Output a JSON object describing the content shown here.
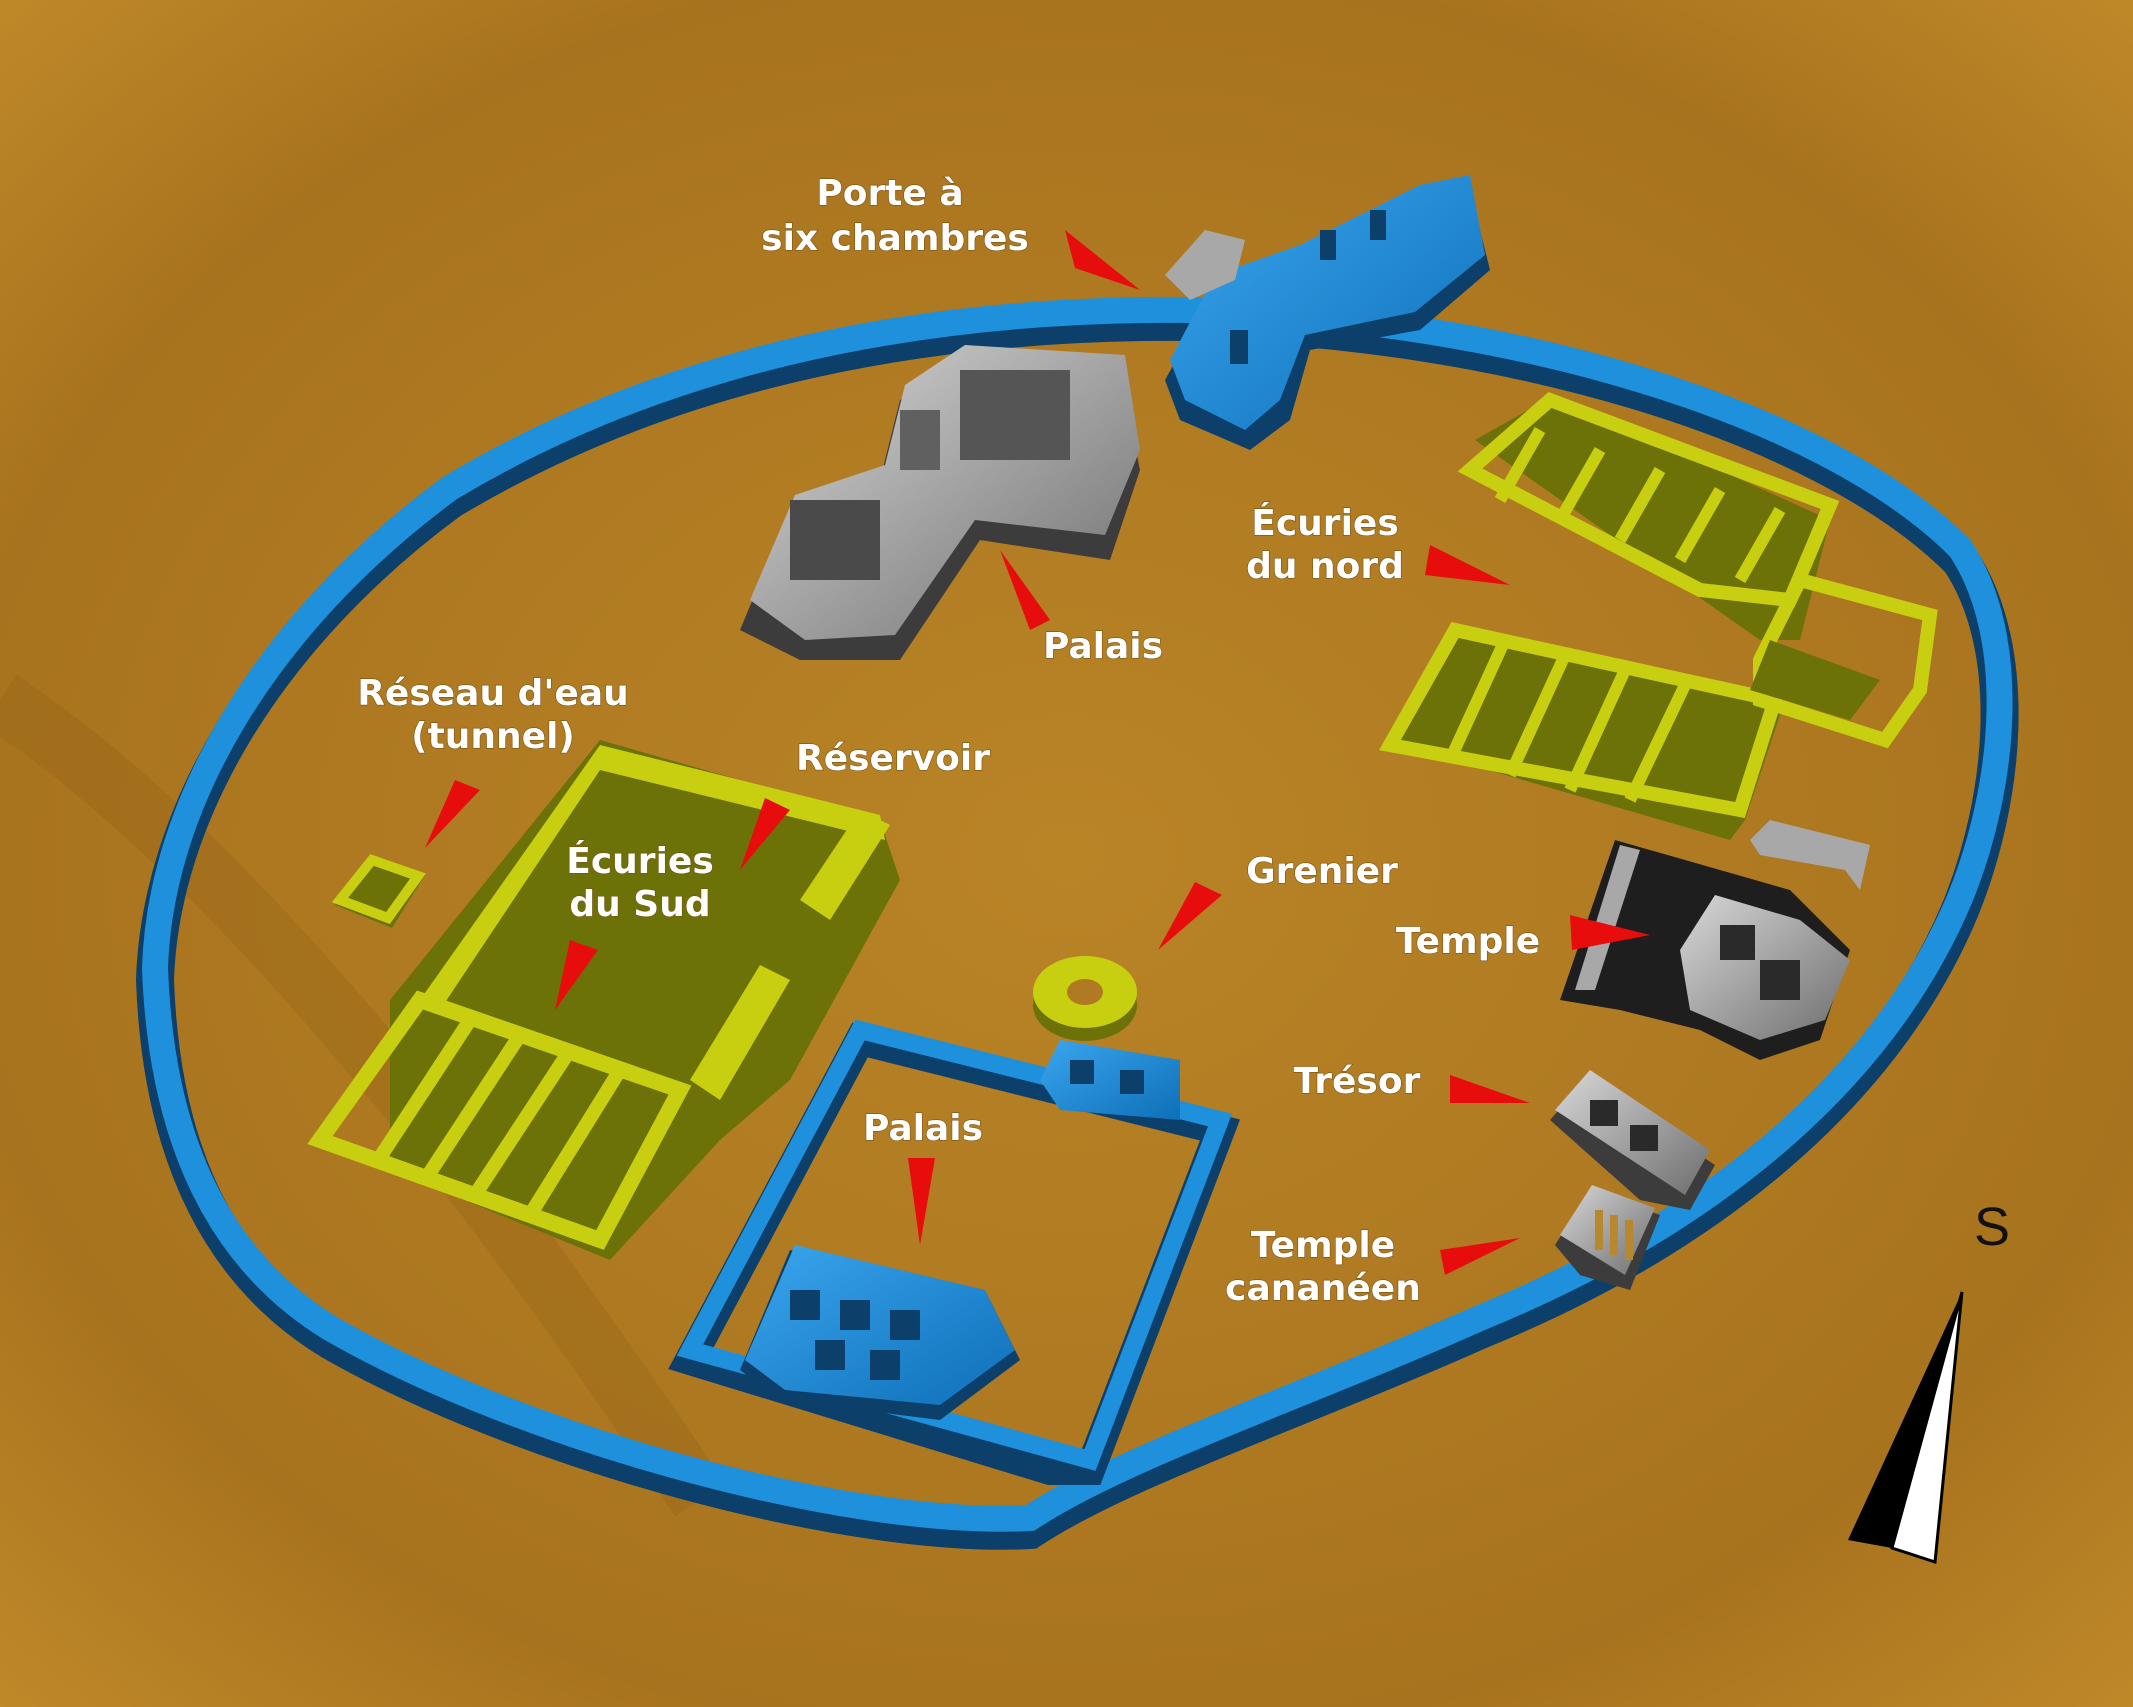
{
  "colors": {
    "ground": "#b07a22",
    "wall": "#1e90dc",
    "wall_dark": "#0c3f6a",
    "stables": "#c8cf10",
    "stables_dark": "#6d7208",
    "stone": "#a8a8a8",
    "stone_dark": "#3c3c3c",
    "pointer": "#e80d0d",
    "label_text": "#ffffff"
  },
  "labels": {
    "gate": [
      "Porte à",
      "six chambres"
    ],
    "palace_north": [
      "Palais"
    ],
    "north_stables": [
      "Écuries",
      "du nord"
    ],
    "water_system": [
      "Réseau d'eau",
      "(tunnel)"
    ],
    "reservoir": [
      "Réservoir"
    ],
    "south_stables": [
      "Écuries",
      "du Sud"
    ],
    "granary": [
      "Grenier"
    ],
    "temple": [
      "Temple"
    ],
    "treasury": [
      "Trésor"
    ],
    "palace_south": [
      "Palais"
    ],
    "canaanite_temple": [
      "Temple",
      "cananéen"
    ]
  },
  "compass": {
    "letter": "S",
    "icon": "compass-needle-icon"
  }
}
